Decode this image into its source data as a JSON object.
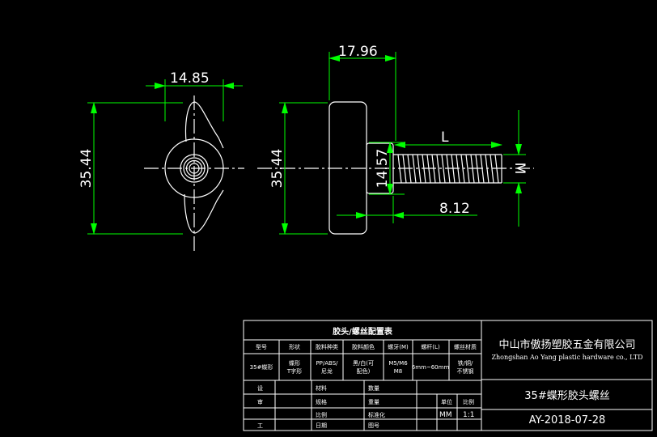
{
  "dimensions": {
    "wing_width": "14.85",
    "wing_height": "35.44",
    "side_height": "35.44",
    "head_length": "17.96",
    "neck_diameter": "14.57",
    "neck_length": "8.12",
    "screw_length": "L",
    "thread": "M"
  },
  "table": {
    "title": "胶头/螺丝配置表",
    "headers": [
      "型号",
      "形状",
      "胶料种类",
      "胶料颜色",
      "螺牙(M)",
      "螺杆(L)",
      "螺丝材质"
    ],
    "row": [
      "35#蝶形",
      "蝶形\nT字形",
      "PP/ABS/\n尼龙",
      "黑/白(可\n配色)",
      "M5/M6\nM8",
      "6mm~60mm",
      "铁/铜/\n不锈钢"
    ],
    "lower_left": [
      "设",
      "审",
      "工"
    ],
    "lower_labels": [
      "材料",
      "规格",
      "数量",
      "重量",
      "比例",
      "标准化",
      "日期",
      "图号"
    ],
    "unit_label": "单位",
    "unit_value": "MM",
    "scale_label": "比例",
    "scale_value": "1:1"
  },
  "company": {
    "name_cn": "中山市傲扬塑胶五金有限公司",
    "name_en": "Zhongshan Ao Yang plastic hardware co., LTD"
  },
  "part_name": "35#蝶形胶头螺丝",
  "drawing_no": "AY-2018-07-28",
  "colors": {
    "background": "#000000",
    "lines": "#ffffff",
    "dimension": "#00ff00"
  }
}
